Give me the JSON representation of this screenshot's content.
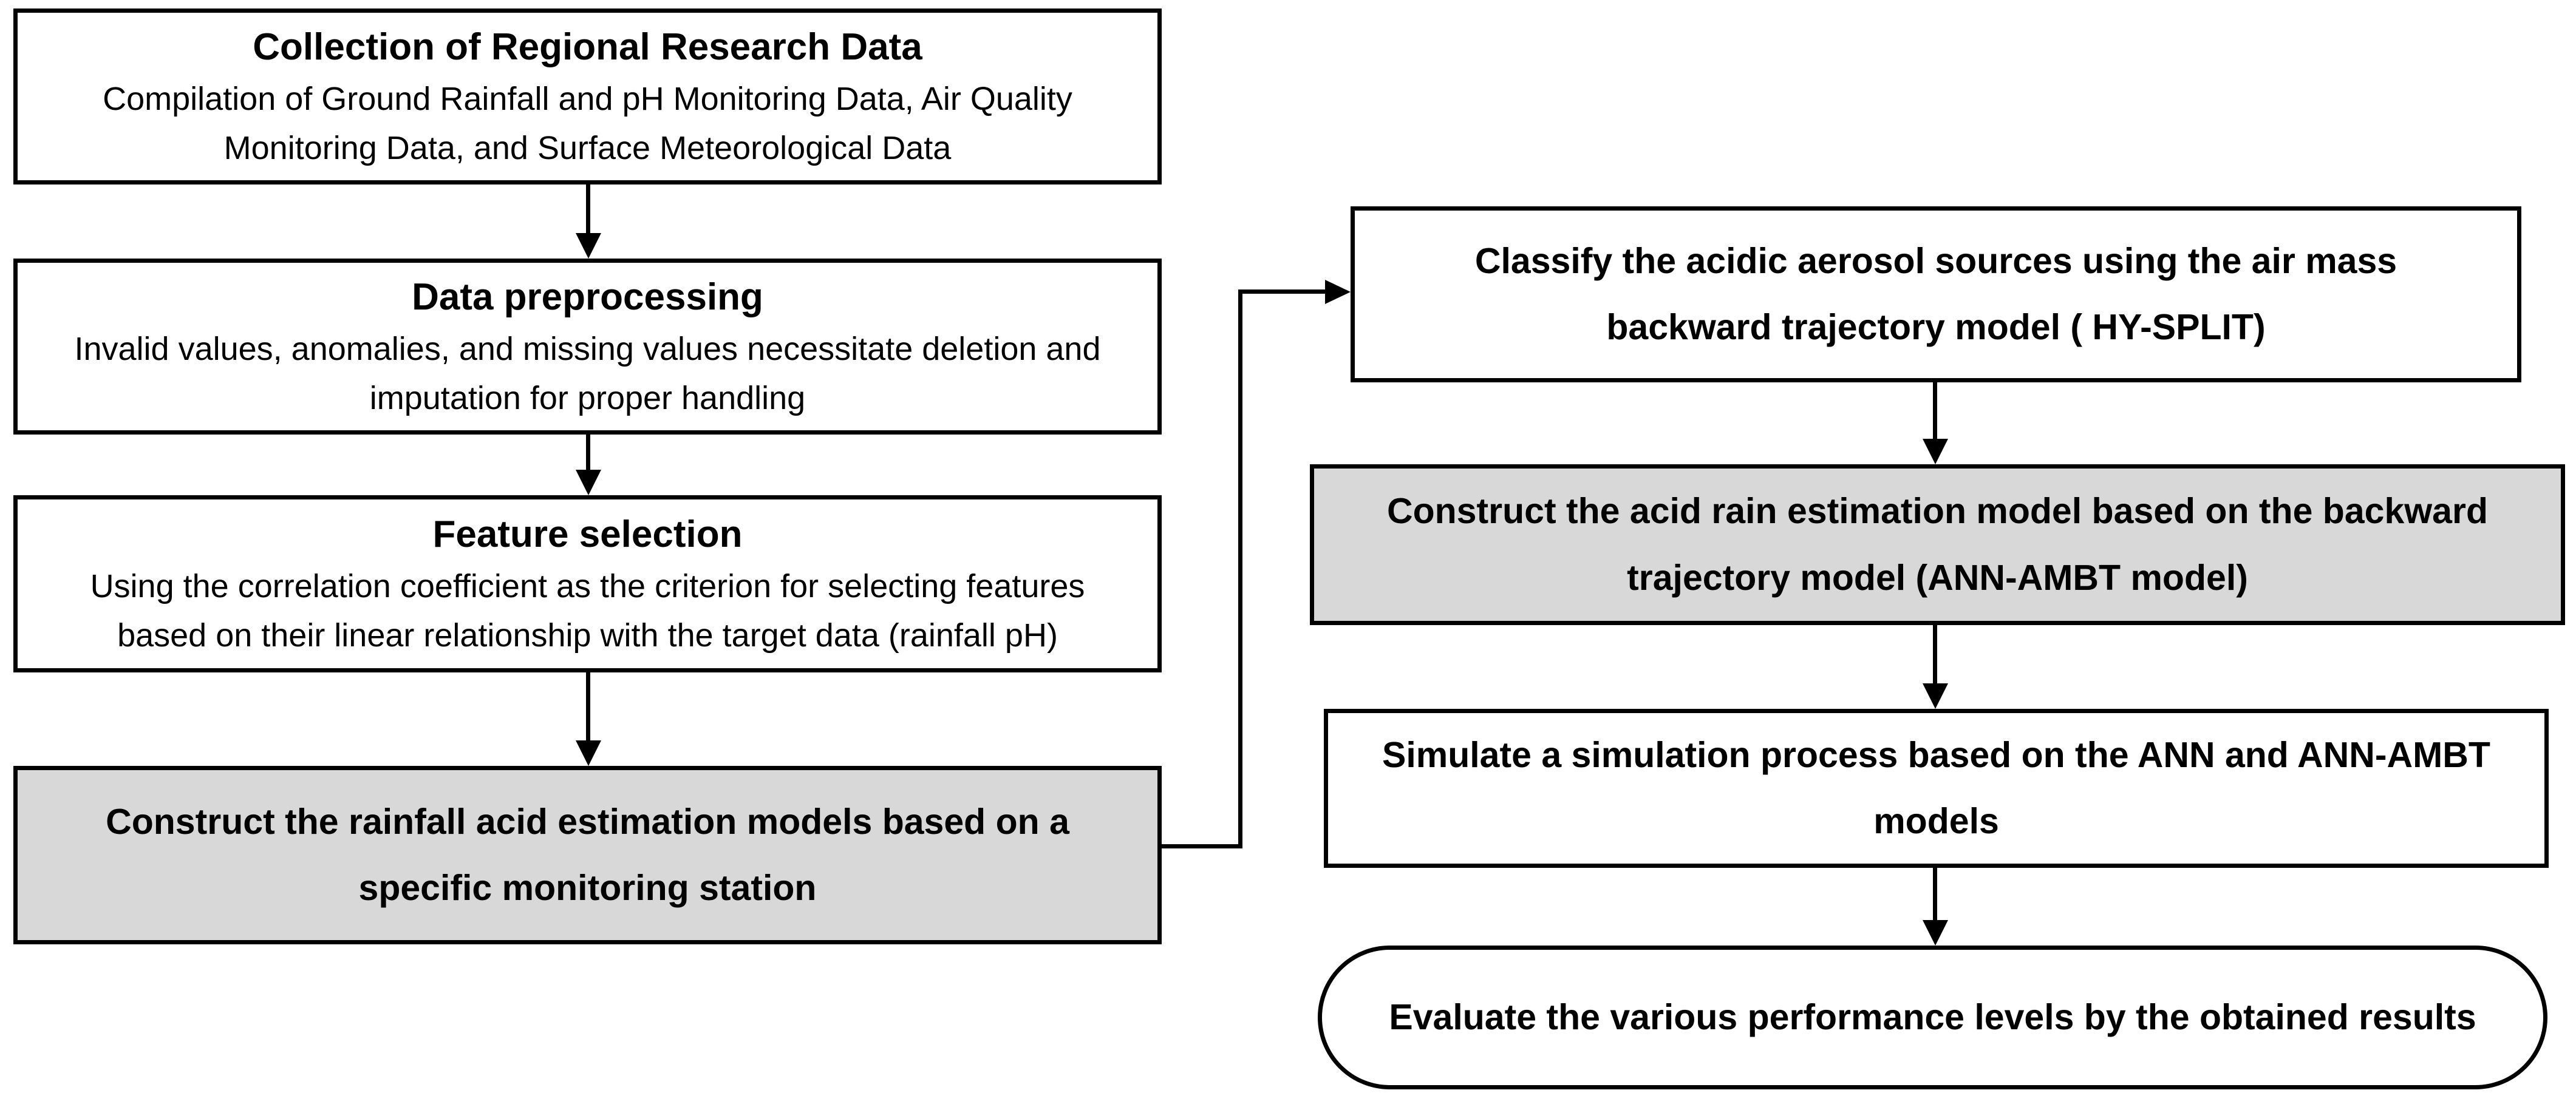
{
  "colors": {
    "background": "#ffffff",
    "box_fill": "#ffffff",
    "highlight_fill": "#d8d8d8",
    "border": "#000000",
    "text": "#000000",
    "arrow": "#000000"
  },
  "left_column": [
    {
      "id": "collection",
      "shape": "rectangle",
      "fill": "white",
      "title": "Collection of Regional Research Data",
      "body_lines": [
        "Compilation of Ground Rainfall and pH Monitoring Data, Air Quality",
        "Monitoring Data, and Surface Meteorological Data"
      ]
    },
    {
      "id": "preprocessing",
      "shape": "rectangle",
      "fill": "white",
      "title": "Data preprocessing",
      "body_lines": [
        "Invalid values, anomalies, and missing values necessitate deletion and",
        "imputation for proper handling"
      ]
    },
    {
      "id": "feature-selection",
      "shape": "rectangle",
      "fill": "white",
      "title": "Feature selection",
      "body_lines": [
        "Using the correlation coefficient as the criterion for selecting features",
        "based on their linear relationship with the target data (rainfall pH)"
      ]
    },
    {
      "id": "construct-station-models",
      "shape": "rectangle",
      "fill": "gray",
      "title_lines": [
        "Construct the rainfall acid estimation models based on a",
        "specific monitoring station"
      ]
    }
  ],
  "right_column": [
    {
      "id": "classify-sources",
      "shape": "rectangle",
      "fill": "white",
      "title_lines": [
        "Classify the acidic aerosol sources using the air mass",
        "backward trajectory model ( HY-SPLIT)"
      ]
    },
    {
      "id": "construct-ann-ambt",
      "shape": "rectangle",
      "fill": "gray",
      "title_lines": [
        "Construct the acid rain estimation model based on the backward",
        "trajectory model (ANN-AMBT model)"
      ]
    },
    {
      "id": "simulate",
      "shape": "rectangle",
      "fill": "white",
      "title_lines": [
        "Simulate a simulation process based on the ANN and ANN-AMBT",
        "models"
      ]
    },
    {
      "id": "evaluate",
      "shape": "rounded",
      "fill": "white",
      "title_lines": [
        "Evaluate the various performance levels by the obtained results"
      ]
    }
  ],
  "edges": [
    {
      "from": "collection",
      "to": "preprocessing",
      "type": "arrow-down"
    },
    {
      "from": "preprocessing",
      "to": "feature-selection",
      "type": "arrow-down"
    },
    {
      "from": "feature-selection",
      "to": "construct-station-models",
      "type": "arrow-down"
    },
    {
      "from": "construct-station-models",
      "to": "classify-sources",
      "type": "elbow-arrow-right"
    },
    {
      "from": "classify-sources",
      "to": "construct-ann-ambt",
      "type": "arrow-down"
    },
    {
      "from": "construct-ann-ambt",
      "to": "simulate",
      "type": "arrow-down"
    },
    {
      "from": "simulate",
      "to": "evaluate",
      "type": "arrow-down"
    }
  ]
}
